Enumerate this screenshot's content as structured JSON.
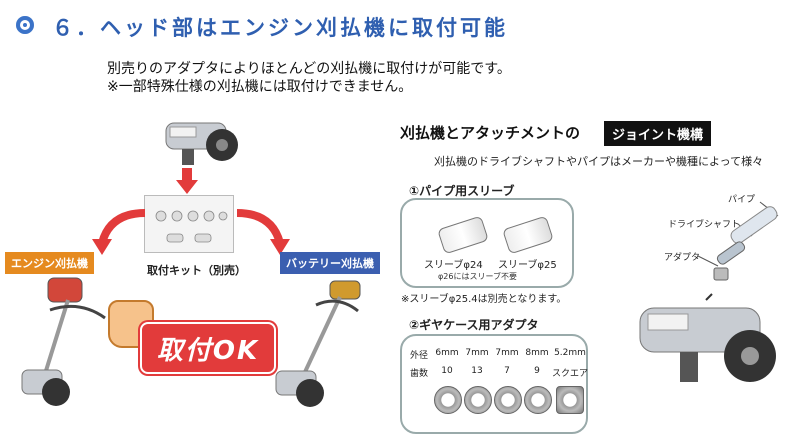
{
  "header": {
    "title": "６．ヘッド部はエンジン刈払機に取付可能"
  },
  "intro": {
    "line1": "別売りのアダプタによりほとんどの刈払機に取付けが可能です。",
    "line2": "※一部特殊仕様の刈払機には取付けできません。"
  },
  "left_panel": {
    "kit_label": "取付キット（別売）",
    "engine_tag": "エンジン刈払機",
    "battery_tag": "バッテリー刈払機",
    "ok_badge": "取付OK",
    "colors": {
      "engine": "#e58a1f",
      "battery": "#3b5fb0",
      "ok": "#e23b3b",
      "arrow": "#e23b3b"
    }
  },
  "right_panel": {
    "title_left": "刈払機とアタッチメントの",
    "title_right": "ジョイント機構",
    "subtitle": "刈払機のドライブシャフトやパイプはメーカーや機種によって様々",
    "section1": {
      "heading": "①パイプ用スリーブ",
      "sleeves": [
        "スリーブφ24",
        "スリーブφ25"
      ],
      "note": "φ26にはスリーブ不要",
      "footnote": "※スリーブφ25.4は別売となります。"
    },
    "section2": {
      "heading": "②ギヤケース用アダプタ",
      "row_headers": [
        "外径",
        "歯数"
      ],
      "diameters": [
        "6mm",
        "7mm",
        "7mm",
        "8mm",
        "5.2mm"
      ],
      "teeth": [
        "10",
        "13",
        "7",
        "9",
        "スクエア"
      ]
    },
    "callouts": {
      "pipe": "パイプ",
      "drive_shaft": "ドライブシャフト",
      "adapter": "アダプタ"
    }
  }
}
